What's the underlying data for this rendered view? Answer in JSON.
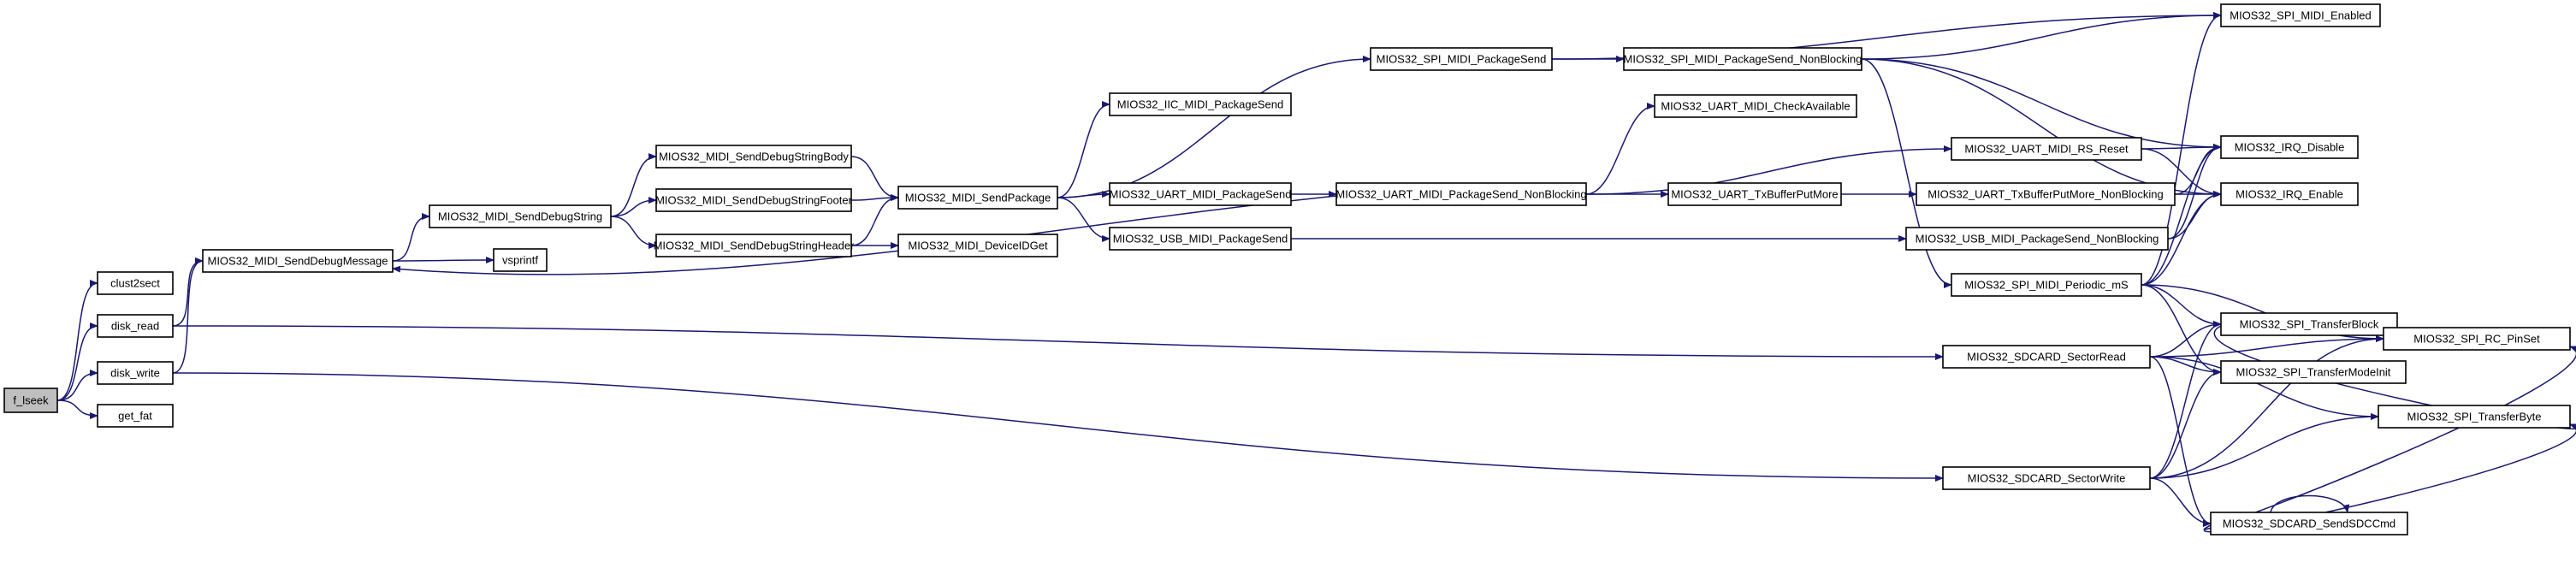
{
  "graph": {
    "nodes": [
      {
        "id": "f_lseek",
        "label": "f_lseek"
      },
      {
        "id": "clust2sect",
        "label": "clust2sect"
      },
      {
        "id": "disk_read",
        "label": "disk_read"
      },
      {
        "id": "disk_write",
        "label": "disk_write"
      },
      {
        "id": "get_fat",
        "label": "get_fat"
      },
      {
        "id": "send_debug_message",
        "label": "MIOS32_MIDI_SendDebugMessage"
      },
      {
        "id": "send_debug_string",
        "label": "MIOS32_MIDI_SendDebugString"
      },
      {
        "id": "vsprintf",
        "label": "vsprintf"
      },
      {
        "id": "send_debug_string_body",
        "label": "MIOS32_MIDI_SendDebugStringBody"
      },
      {
        "id": "send_debug_string_footer",
        "label": "MIOS32_MIDI_SendDebugStringFooter"
      },
      {
        "id": "send_debug_string_header",
        "label": "MIOS32_MIDI_SendDebugStringHeader"
      },
      {
        "id": "send_package",
        "label": "MIOS32_MIDI_SendPackage"
      },
      {
        "id": "device_id_get",
        "label": "MIOS32_MIDI_DeviceIDGet"
      },
      {
        "id": "iic_package_send",
        "label": "MIOS32_IIC_MIDI_PackageSend"
      },
      {
        "id": "uart_package_send",
        "label": "MIOS32_UART_MIDI_PackageSend"
      },
      {
        "id": "usb_package_send",
        "label": "MIOS32_USB_MIDI_PackageSend"
      },
      {
        "id": "spi_package_send",
        "label": "MIOS32_SPI_MIDI_PackageSend"
      },
      {
        "id": "uart_check_available",
        "label": "MIOS32_UART_MIDI_CheckAvailable"
      },
      {
        "id": "uart_package_send_nb",
        "label": "MIOS32_UART_MIDI_PackageSend_NonBlocking"
      },
      {
        "id": "spi_package_send_nb",
        "label": "MIOS32_SPI_MIDI_PackageSend_NonBlocking"
      },
      {
        "id": "uart_tx_buffer_put_more",
        "label": "MIOS32_UART_TxBufferPutMore"
      },
      {
        "id": "uart_rs_reset",
        "label": "MIOS32_UART_MIDI_RS_Reset"
      },
      {
        "id": "uart_tx_buffer_put_more_nb",
        "label": "MIOS32_UART_TxBufferPutMore_NonBlocking"
      },
      {
        "id": "usb_package_send_nb",
        "label": "MIOS32_USB_MIDI_PackageSend_NonBlocking"
      },
      {
        "id": "spi_periodic",
        "label": "MIOS32_SPI_MIDI_Periodic_mS"
      },
      {
        "id": "sdcard_sector_read",
        "label": "MIOS32_SDCARD_SectorRead"
      },
      {
        "id": "sdcard_sector_write",
        "label": "MIOS32_SDCARD_SectorWrite"
      },
      {
        "id": "spi_midi_enabled",
        "label": "MIOS32_SPI_MIDI_Enabled"
      },
      {
        "id": "irq_disable",
        "label": "MIOS32_IRQ_Disable"
      },
      {
        "id": "irq_enable",
        "label": "MIOS32_IRQ_Enable"
      },
      {
        "id": "spi_transfer_block",
        "label": "MIOS32_SPI_TransferBlock"
      },
      {
        "id": "spi_transfer_mode_init",
        "label": "MIOS32_SPI_TransferModeInit"
      },
      {
        "id": "sdcard_send_sdc_cmd",
        "label": "MIOS32_SDCARD_SendSDCCmd"
      },
      {
        "id": "spi_rc_pinset",
        "label": "MIOS32_SPI_RC_PinSet"
      },
      {
        "id": "spi_transfer_byte",
        "label": "MIOS32_SPI_TransferByte"
      }
    ],
    "edges": [
      [
        "f_lseek",
        "clust2sect"
      ],
      [
        "f_lseek",
        "disk_read"
      ],
      [
        "f_lseek",
        "disk_write"
      ],
      [
        "f_lseek",
        "get_fat"
      ],
      [
        "disk_read",
        "send_debug_message"
      ],
      [
        "disk_read",
        "sdcard_sector_read"
      ],
      [
        "disk_write",
        "send_debug_message"
      ],
      [
        "disk_write",
        "sdcard_sector_write"
      ],
      [
        "send_debug_message",
        "send_debug_string"
      ],
      [
        "send_debug_message",
        "vsprintf"
      ],
      [
        "send_debug_string",
        "send_debug_string_body"
      ],
      [
        "send_debug_string",
        "send_debug_string_footer"
      ],
      [
        "send_debug_string",
        "send_debug_string_header"
      ],
      [
        "send_debug_string_body",
        "send_package"
      ],
      [
        "send_debug_string_footer",
        "send_package"
      ],
      [
        "send_debug_string_header",
        "send_package"
      ],
      [
        "send_debug_string_header",
        "device_id_get"
      ],
      [
        "send_package",
        "iic_package_send"
      ],
      [
        "send_package",
        "spi_package_send"
      ],
      [
        "send_package",
        "uart_package_send"
      ],
      [
        "send_package",
        "usb_package_send"
      ],
      [
        "spi_package_send",
        "spi_package_send_nb"
      ],
      [
        "spi_package_send",
        "spi_midi_enabled"
      ],
      [
        "uart_package_send",
        "uart_package_send_nb"
      ],
      [
        "usb_package_send",
        "usb_package_send_nb"
      ],
      [
        "uart_package_send_nb",
        "send_debug_message"
      ],
      [
        "uart_package_send_nb",
        "uart_check_available"
      ],
      [
        "uart_package_send_nb",
        "uart_rs_reset"
      ],
      [
        "uart_package_send_nb",
        "uart_tx_buffer_put_more"
      ],
      [
        "spi_package_send_nb",
        "spi_midi_enabled"
      ],
      [
        "spi_package_send_nb",
        "irq_disable"
      ],
      [
        "spi_package_send_nb",
        "irq_enable"
      ],
      [
        "spi_package_send_nb",
        "spi_periodic"
      ],
      [
        "uart_tx_buffer_put_more",
        "uart_tx_buffer_put_more_nb"
      ],
      [
        "uart_rs_reset",
        "irq_disable"
      ],
      [
        "uart_rs_reset",
        "irq_enable"
      ],
      [
        "uart_tx_buffer_put_more_nb",
        "irq_disable"
      ],
      [
        "uart_tx_buffer_put_more_nb",
        "irq_enable"
      ],
      [
        "usb_package_send_nb",
        "irq_disable"
      ],
      [
        "usb_package_send_nb",
        "irq_enable"
      ],
      [
        "spi_periodic",
        "spi_midi_enabled"
      ],
      [
        "spi_periodic",
        "irq_disable"
      ],
      [
        "spi_periodic",
        "irq_enable"
      ],
      [
        "spi_periodic",
        "spi_rc_pinset"
      ],
      [
        "spi_periodic",
        "spi_transfer_block"
      ],
      [
        "spi_periodic",
        "spi_transfer_mode_init"
      ],
      [
        "sdcard_sector_read",
        "spi_rc_pinset"
      ],
      [
        "sdcard_sector_read",
        "spi_transfer_block"
      ],
      [
        "sdcard_sector_read",
        "spi_transfer_mode_init"
      ],
      [
        "sdcard_sector_read",
        "sdcard_send_sdc_cmd"
      ],
      [
        "sdcard_sector_read",
        "spi_transfer_byte"
      ],
      [
        "sdcard_sector_write",
        "spi_transfer_block"
      ],
      [
        "sdcard_sector_write",
        "spi_transfer_mode_init"
      ],
      [
        "sdcard_sector_write",
        "sdcard_send_sdc_cmd"
      ],
      [
        "sdcard_sector_write",
        "spi_rc_pinset"
      ],
      [
        "sdcard_sector_write",
        "spi_transfer_byte"
      ],
      [
        "sdcard_send_sdc_cmd",
        "sdcard_send_sdc_cmd"
      ],
      [
        "sdcard_send_sdc_cmd",
        "spi_rc_pinset"
      ],
      [
        "sdcard_send_sdc_cmd",
        "spi_transfer_byte"
      ],
      [
        "spi_transfer_block",
        "spi_transfer_byte"
      ]
    ]
  },
  "colors": {
    "edge": "#191970",
    "node_border": "#000000",
    "node_fill": "#ffffff",
    "root_fill": "#bfbfbf"
  }
}
